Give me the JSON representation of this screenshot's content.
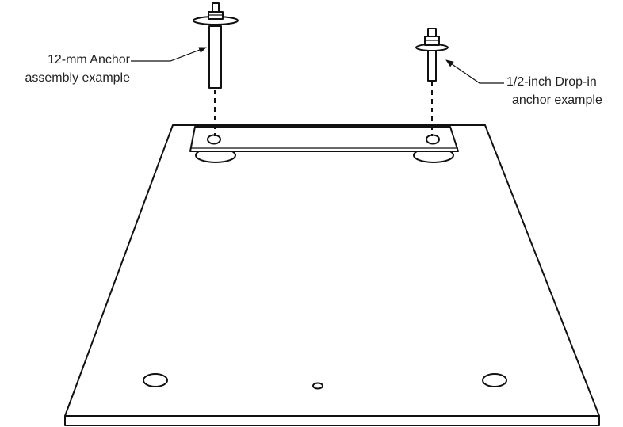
{
  "labels": {
    "anchor_12mm_line1": "12-mm Anchor",
    "anchor_12mm_line2": "assembly example",
    "dropin_line1": "1/2-inch Drop-in",
    "dropin_line2": "anchor example"
  },
  "colors": {
    "line": "#111111",
    "text": "#222222",
    "background": "#ffffff"
  }
}
